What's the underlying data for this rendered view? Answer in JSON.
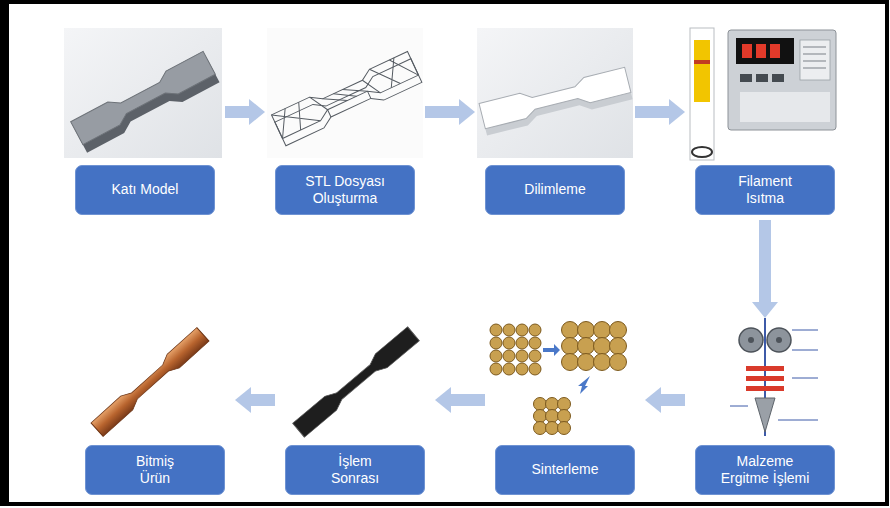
{
  "diagram": {
    "nodes": [
      {
        "text": [
          "Katı Model"
        ]
      },
      {
        "text": [
          "STL Dosyası Oluşturma"
        ]
      },
      {
        "text": [
          "Dilimleme"
        ]
      },
      {
        "text": [
          "Filament Isıtma"
        ]
      },
      {
        "text": [
          "Bitmiş Ürün"
        ]
      },
      {
        "text": [
          "İşlem Sonrası"
        ]
      },
      {
        "text": [
          "Sinterleme"
        ]
      },
      {
        "text": [
          "Malzeme Ergitme İşlemi"
        ]
      }
    ],
    "edges": [
      {
        "from": 0,
        "to": 1,
        "arrow": "to"
      },
      {
        "from": 1,
        "to": 2,
        "arrow": "to"
      },
      {
        "from": 2,
        "to": 3,
        "arrow": "to"
      },
      {
        "from": 3,
        "to": 7,
        "arrow": "to"
      },
      {
        "from": 7,
        "to": 6,
        "arrow": "to"
      },
      {
        "from": 6,
        "to": 5,
        "arrow": "to"
      },
      {
        "from": 5,
        "to": 4,
        "arrow": "to"
      }
    ]
  }
}
